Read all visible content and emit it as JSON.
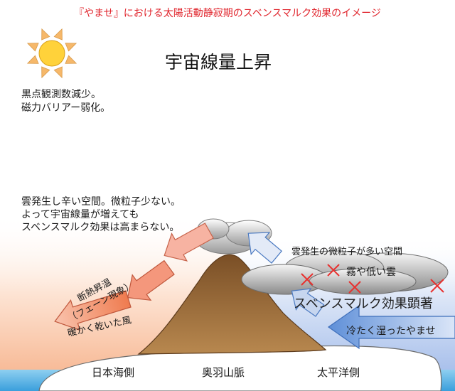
{
  "title": "『やませ』における太陽活動静寂期のスベンスマルク効果のイメージ",
  "heading": "宇宙線量上昇",
  "sunspot_text": [
    "黒点観測数減少。",
    "磁力バリアー弱化。"
  ],
  "cloudless_text": [
    "雲発生し辛い空間。微粒子少ない。",
    "よって宇宙線量が増えても",
    "スベンスマルク効果は高まらない。"
  ],
  "cloudy_text": "雲発生の微粒子が多い空間",
  "fog_text": "霧や低い雲",
  "svensmark_text": "スベンスマルク効果顕著",
  "cold_wind_text": "冷たく湿ったやませ",
  "adiabatic_text": [
    "断熱昇温",
    "（フェーン現象）"
  ],
  "dry_wind_text": "暖かく乾いた風",
  "region_labels": {
    "japan_sea": "日本海側",
    "ou": "奥羽山脈",
    "pacific": "太平洋側"
  },
  "icons": {
    "sun": "sun-icon",
    "cross": "cross-mark-icon"
  },
  "colors": {
    "title": "#e0242c",
    "ray": "#d81c24",
    "cross": "#e8312f",
    "sun_fill": "#ffd23a",
    "sun_ray": "#f6b86a",
    "mountain": "#9a6a3a",
    "warm_arrow": "#f7a98f",
    "cold_arrow": "#c9d6ee",
    "sea": "#5fb5e6"
  }
}
